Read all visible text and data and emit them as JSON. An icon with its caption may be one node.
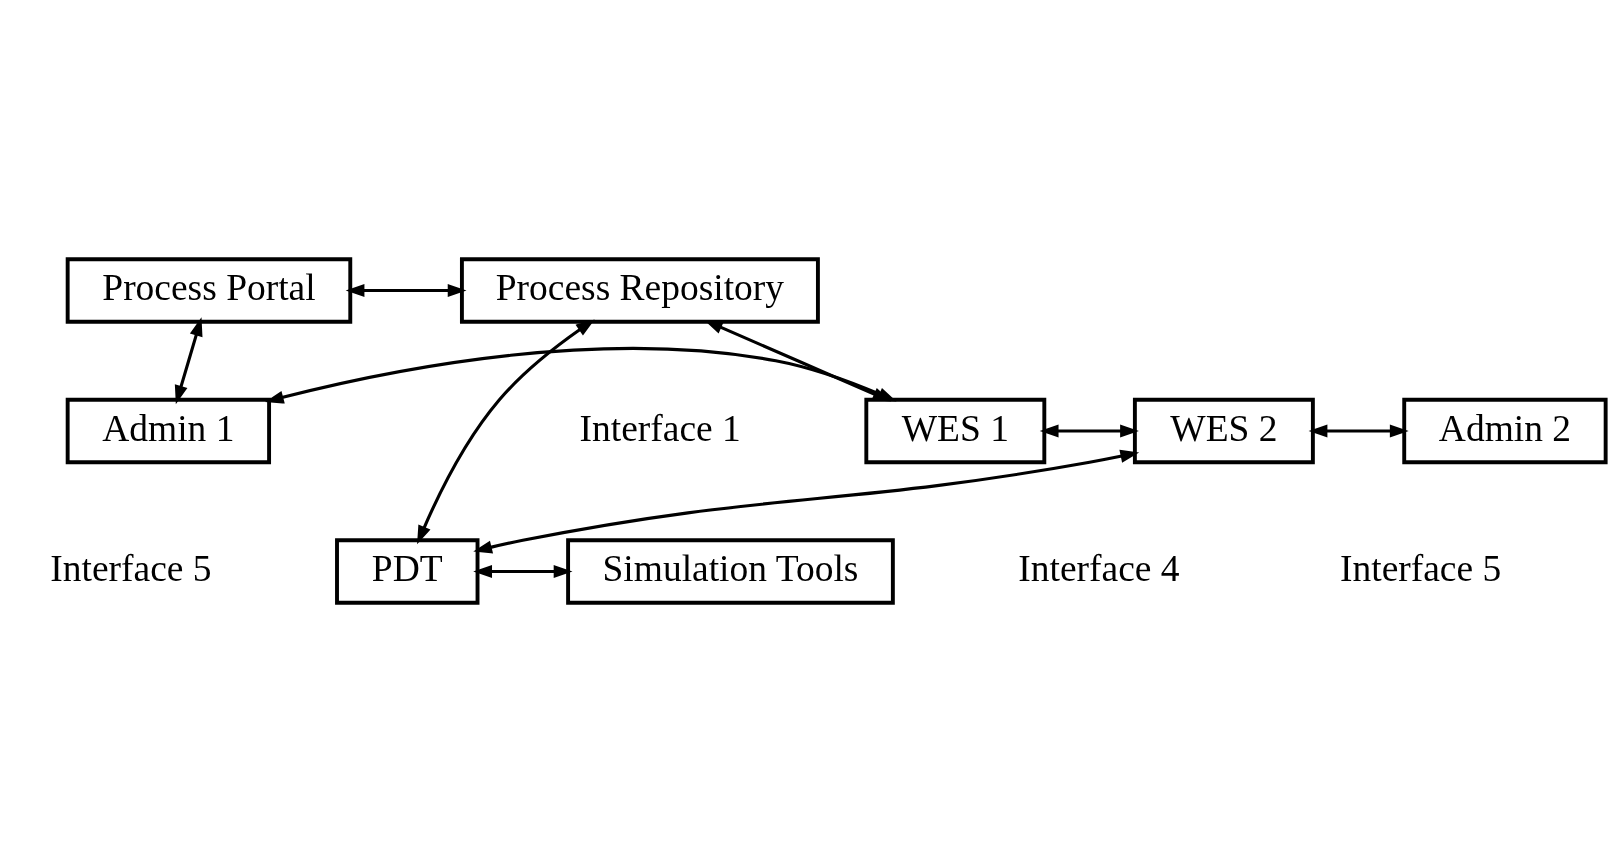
{
  "diagram": {
    "nodes": [
      {
        "text": [
          "PDT"
        ]
      },
      {
        "text": [
          "Simulation Tools"
        ]
      },
      {
        "text": [
          "Process Portal"
        ]
      },
      {
        "text": [
          "Process Repository"
        ]
      },
      {
        "text": [
          "Admin 1"
        ]
      },
      {
        "text": [
          "WES 1"
        ]
      },
      {
        "text": [
          "WES 2"
        ]
      },
      {
        "text": [
          "Admin 2"
        ]
      }
    ],
    "edges": [
      {
        "from": 0,
        "to": 1,
        "arrow": "both"
      },
      {
        "from": 3,
        "to": 0,
        "arrow": "both"
      },
      {
        "from": 6,
        "to": 0,
        "arrow": "both"
      },
      {
        "from": 2,
        "to": 3,
        "arrow": "both"
      },
      {
        "from": 2,
        "to": 4,
        "arrow": "both"
      },
      {
        "from": 3,
        "to": 5,
        "arrow": "both"
      },
      {
        "from": 4,
        "to": 5,
        "arrow": "both"
      },
      {
        "from": 5,
        "to": 6,
        "arrow": "both"
      },
      {
        "from": 6,
        "to": 7,
        "arrow": "both"
      }
    ],
    "labels": [
      "Interface 1",
      "Interface 5",
      "Interface 4",
      "Interface 5"
    ]
  }
}
